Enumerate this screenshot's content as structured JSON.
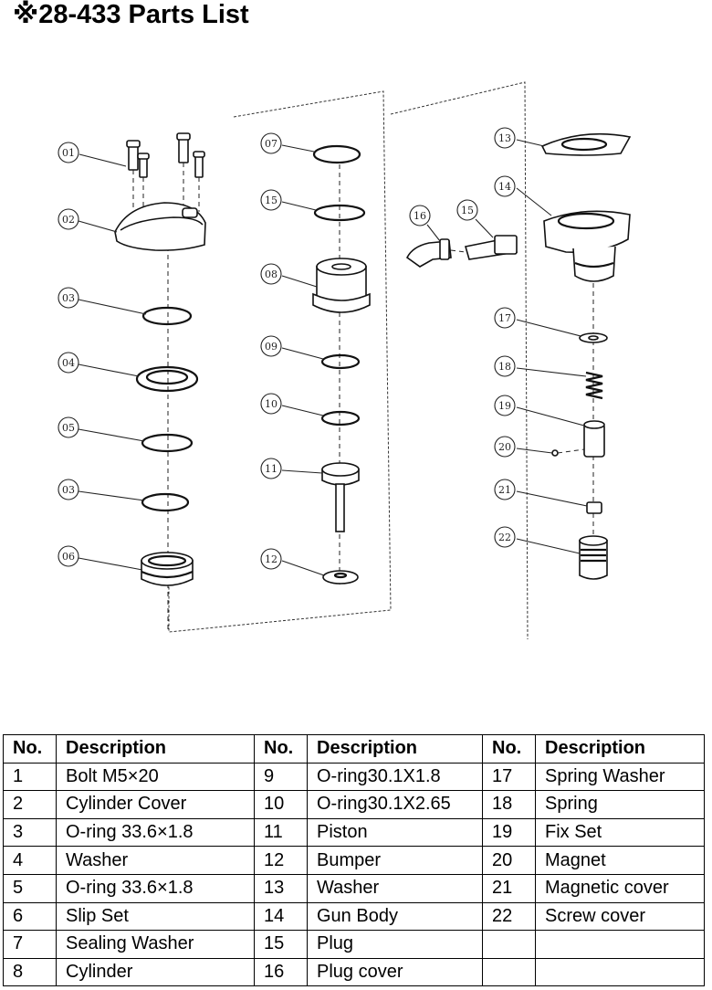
{
  "title": "※28-433 Parts List",
  "callouts": [
    "01",
    "02",
    "03",
    "04",
    "05",
    "03",
    "06",
    "07",
    "15",
    "08",
    "09",
    "10",
    "11",
    "12",
    "13",
    "14",
    "16",
    "15",
    "17",
    "18",
    "19",
    "20",
    "21",
    "22"
  ],
  "table": {
    "headers": [
      "No.",
      "Description",
      "No.",
      "Description",
      "No.",
      "Description"
    ],
    "rows": [
      [
        "1",
        "Bolt M5×20",
        "9",
        "O-ring30.1X1.8",
        "17",
        "Spring Washer"
      ],
      [
        "2",
        "Cylinder Cover",
        "10",
        "O-ring30.1X2.65",
        "18",
        "Spring"
      ],
      [
        "3",
        "O-ring 33.6×1.8",
        "11",
        "Piston",
        "19",
        "Fix Set"
      ],
      [
        "4",
        "Washer",
        "12",
        "Bumper",
        "20",
        "Magnet"
      ],
      [
        "5",
        "O-ring 33.6×1.8",
        "13",
        "Washer",
        "21",
        "Magnetic cover"
      ],
      [
        "6",
        "Slip Set",
        "14",
        "Gun Body",
        "22",
        "Screw cover"
      ],
      [
        "7",
        "Sealing Washer",
        "15",
        "Plug",
        "",
        ""
      ],
      [
        "8",
        "Cylinder",
        "16",
        "Plug cover",
        "",
        ""
      ]
    ]
  }
}
